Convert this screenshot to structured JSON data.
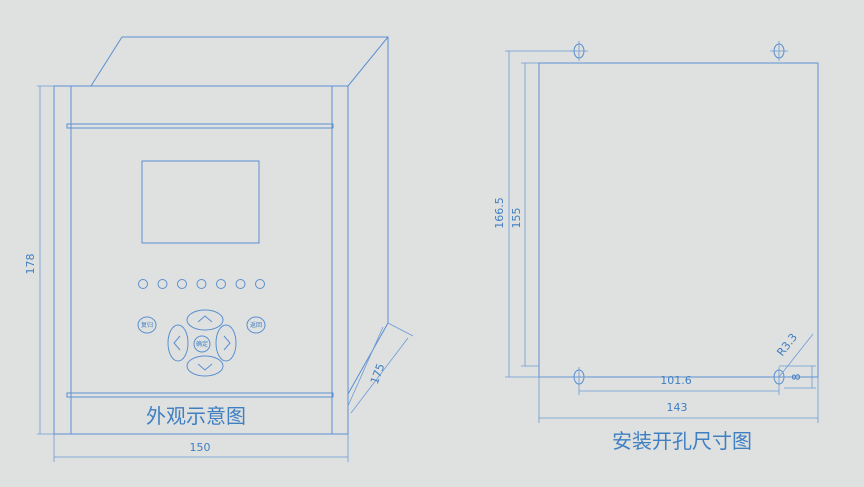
{
  "front_view": {
    "caption": "外观示意图",
    "dim_height": "178",
    "dim_width": "150",
    "dim_depth": "175",
    "led_count": 7,
    "buttons": {
      "left": "复归",
      "right": "返回",
      "center": "确定"
    }
  },
  "cutout_view": {
    "caption": "安装开孔尺寸图",
    "dim_outer_height": "166.5",
    "dim_inner_height": "155",
    "dim_hole_spacing": "101.6",
    "dim_width": "143",
    "dim_radius": "R3.3",
    "dim_hole_offset": "8"
  },
  "colors": {
    "background": "#dfe1e0",
    "line": "#5b8fd0",
    "text": "#3f7fc2"
  }
}
